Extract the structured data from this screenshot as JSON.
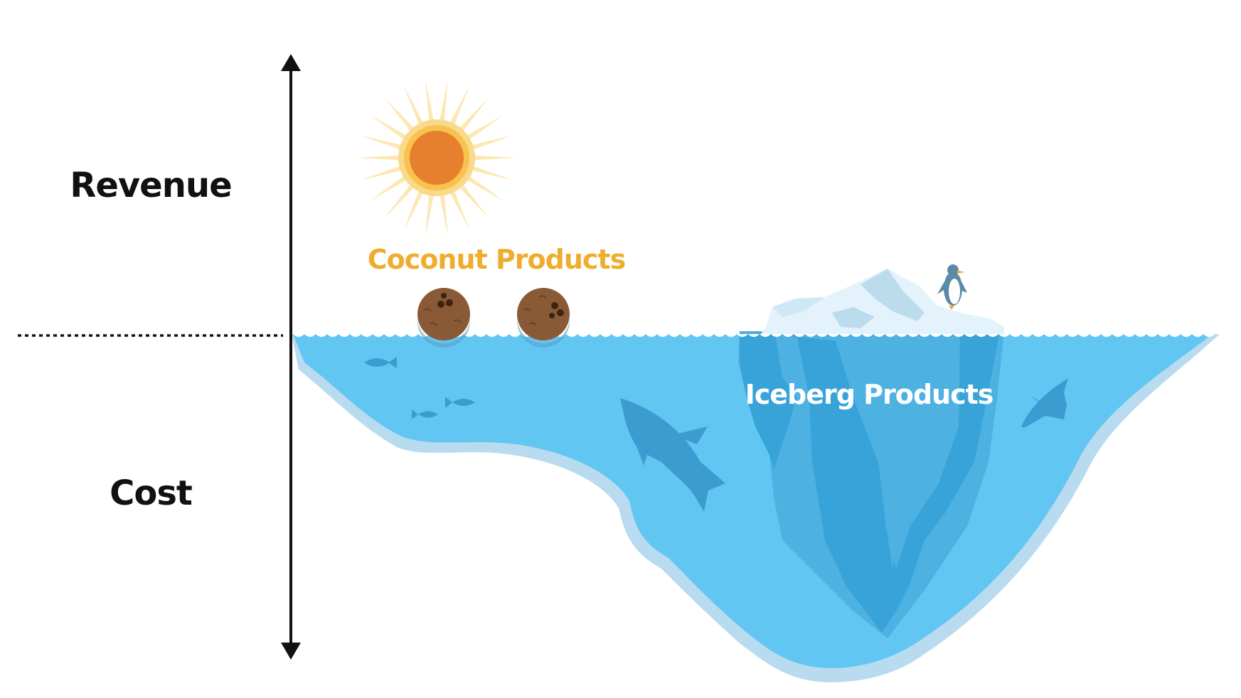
{
  "labels": {
    "revenue": "Revenue",
    "cost": "Cost",
    "coconut_products": "Coconut Products",
    "iceberg_products": "Iceberg Products"
  },
  "colors": {
    "axis": "#111111",
    "label_text": "#111111",
    "coconut_label": "#efad2e",
    "iceberg_label": "#ffffff",
    "water": "#62c6f3",
    "water_rim": "#b9dbef",
    "iceberg_under_light": "#4db1e2",
    "iceberg_under_dark": "#38a3d8",
    "iceberg_top": "#e4f3fb",
    "iceberg_top_shade": "#bcdcee",
    "sun_rays": "#fde7b3",
    "sun_ring": "#f7c24e",
    "sun_core": "#e67f2e",
    "coconut": "#8a5a36",
    "creature": "#3a9ccf"
  },
  "icons": [
    "sun-icon",
    "coconut-icon",
    "penguin-icon",
    "fish-icon",
    "shark-icon",
    "swimming-penguin-icon"
  ]
}
